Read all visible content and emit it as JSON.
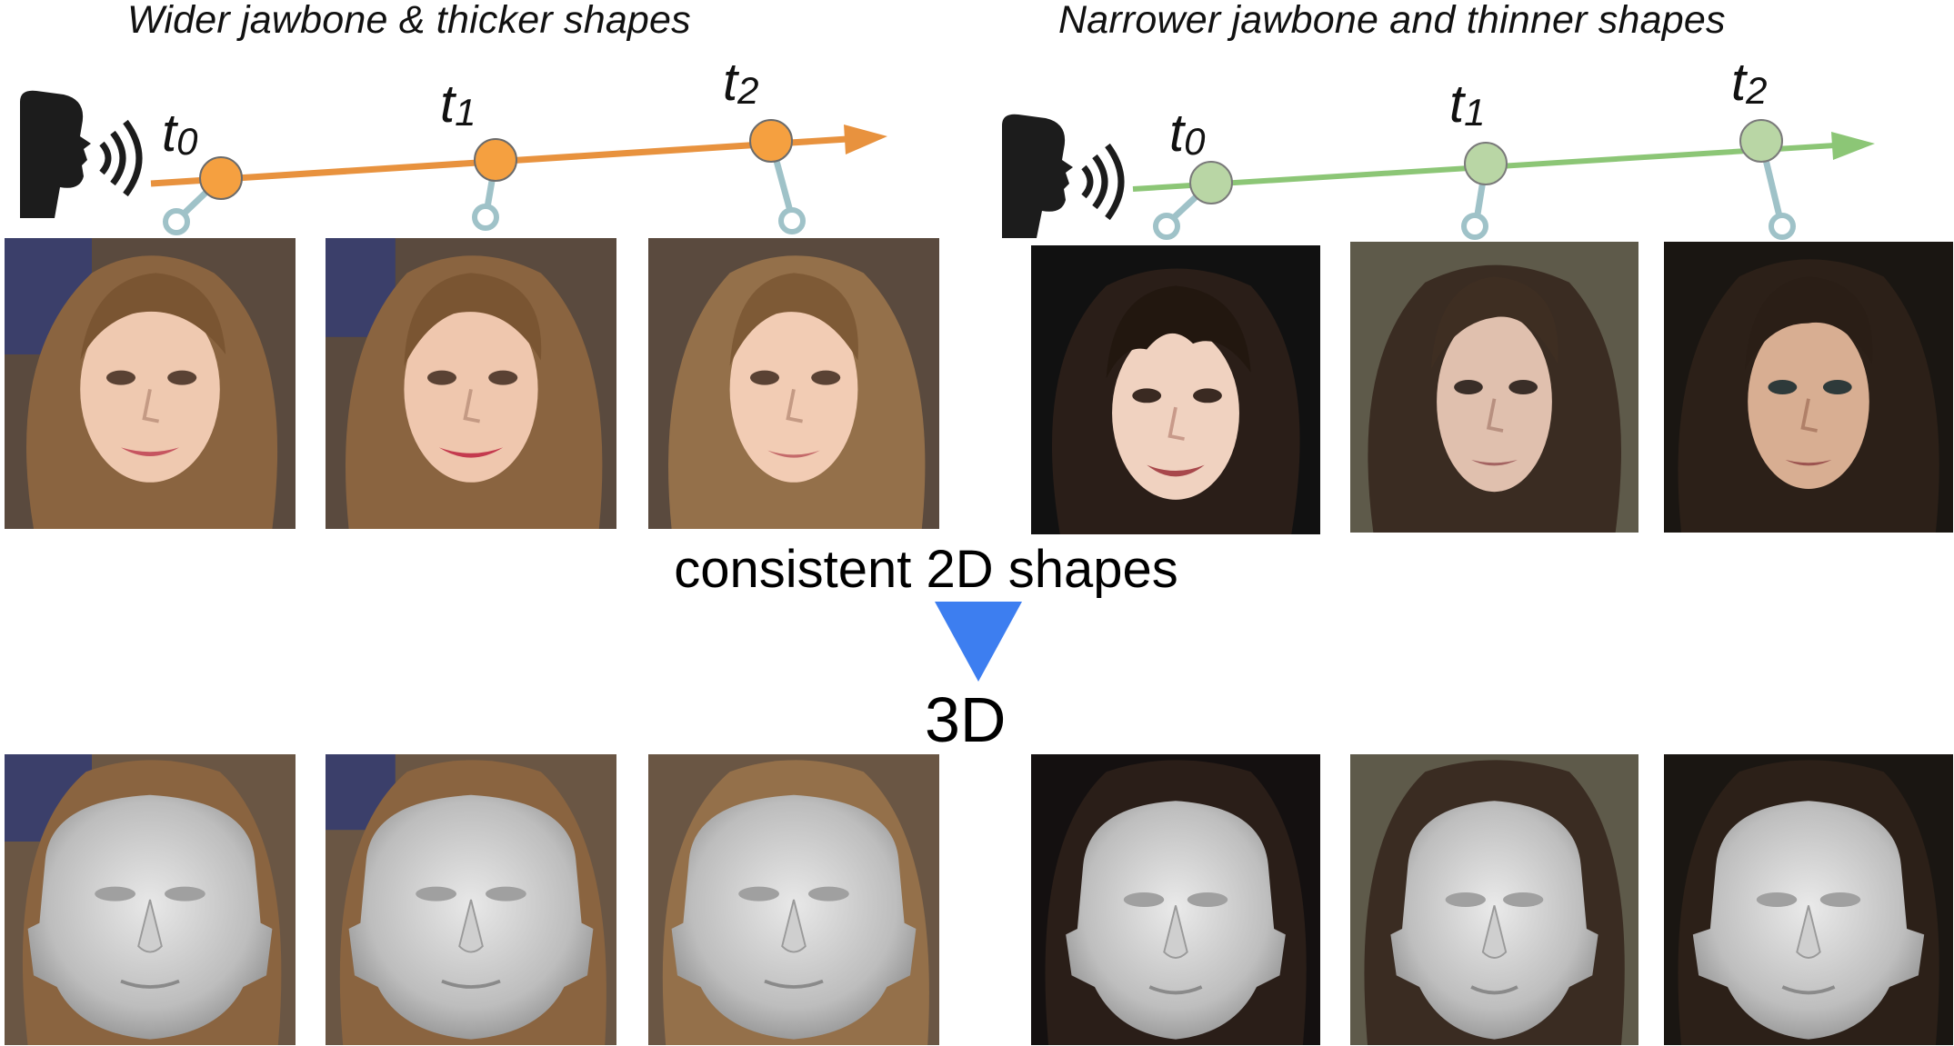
{
  "left_panel": {
    "title": "Wider jawbone & thicker shapes",
    "accent": "#E8923E",
    "node_fill": "#F5A040",
    "timesteps": [
      {
        "t": "t",
        "sub": "0"
      },
      {
        "t": "t",
        "sub": "1"
      },
      {
        "t": "t",
        "sub": "2"
      }
    ]
  },
  "right_panel": {
    "title": "Narrower jawbone and thinner shapes",
    "accent": "#8CC676",
    "node_fill": "#B9D6A5",
    "timesteps": [
      {
        "t": "t",
        "sub": "0"
      },
      {
        "t": "t",
        "sub": "1"
      },
      {
        "t": "t",
        "sub": "2"
      }
    ]
  },
  "middle": {
    "caption": "consistent 2D shapes",
    "label_3d": "3D",
    "arrow_color": "#3D7EF0"
  },
  "icons": {
    "speaker": "speaking-head-icon",
    "connector": "pin-connector-icon"
  }
}
